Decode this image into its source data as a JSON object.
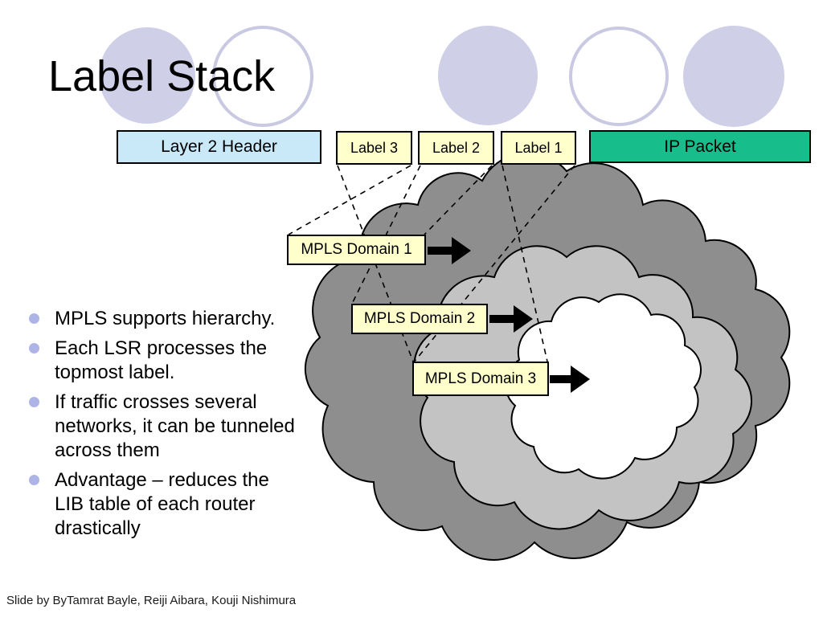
{
  "slide": {
    "title": "Label Stack",
    "packet_row": {
      "layer2": "Layer 2 Header",
      "label3": "Label 3",
      "label2": "Label 2",
      "label1": "Label 1",
      "ip": "IP Packet"
    },
    "domains": {
      "d1": "MPLS Domain 1",
      "d2": "MPLS Domain 2",
      "d3": "MPLS Domain 3"
    },
    "bullets": [
      "MPLS supports hierarchy.",
      "Each LSR processes the topmost label.",
      "If traffic crosses several networks, it can be tunneled across them",
      "Advantage – reduces the LIB table of each router drastically"
    ],
    "footer": "Slide by ByTamrat Bayle, Reiji Aibara, Kouji Nishimura",
    "colors": {
      "layer2_fill": "#C9E8F8",
      "label_fill": "#FFFFCC",
      "ip_fill": "#17BE8C",
      "cloud_outer": "#8E8E8E",
      "cloud_middle": "#C3C3C3",
      "cloud_inner": "#FFFFFF",
      "decorative_circle": "#CFCFE7",
      "bullet_dot": "#AEB4E6",
      "outline": "#000000"
    }
  }
}
